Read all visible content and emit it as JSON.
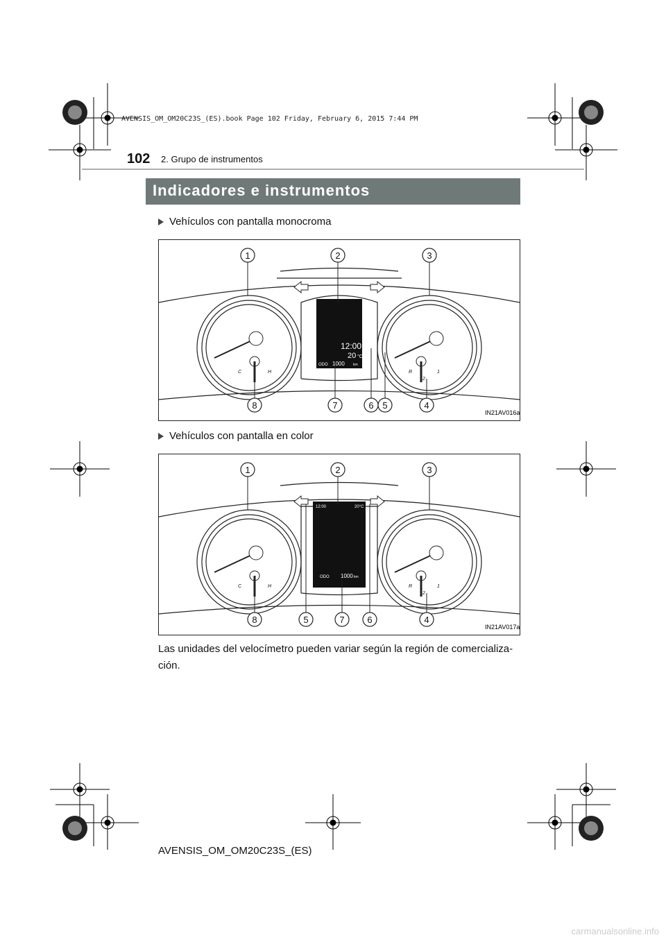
{
  "header": {
    "file_stamp": "AVENSIS_OM_OM20C23S_(ES).book  Page 102  Friday, February 6, 2015  7:44 PM",
    "page_number": "102",
    "chapter": "2. Grupo de instrumentos"
  },
  "section": {
    "title": "Indicadores e instrumentos"
  },
  "figures": [
    {
      "caption": "Vehículos con pantalla monocroma",
      "code": "IN21AV016a",
      "callouts_top": [
        "1",
        "2",
        "3"
      ],
      "callouts_bottom": [
        "8",
        "7",
        "6",
        "5",
        "4"
      ],
      "display": {
        "time": "12:00",
        "temp": "20",
        "temp_unit": "°C",
        "odo_label": "ODO",
        "odo_value": "1000",
        "odo_unit": "km"
      },
      "gauge_labels": {
        "cold": "C",
        "hot": "H",
        "r": "R",
        "one": "1",
        "two": "2"
      }
    },
    {
      "caption": "Vehículos con pantalla en color",
      "code": "IN21AV017a",
      "callouts_top": [
        "1",
        "2",
        "3"
      ],
      "callouts_bottom": [
        "8",
        "5",
        "7",
        "6",
        "4"
      ],
      "display": {
        "time": "12:00",
        "temp": "20°C",
        "odo_label": "ODO",
        "odo_value": "1000",
        "odo_unit": "km"
      },
      "gauge_labels": {
        "cold": "C",
        "hot": "H",
        "r": "R",
        "one": "1",
        "two": "2"
      }
    }
  ],
  "body_text": "Las unidades del velocímetro pueden variar según la región de comercializa-ción.",
  "footer": {
    "book_id": "AVENSIS_OM_OM20C23S_(ES)"
  },
  "watermark": "carmanualsonline.info"
}
